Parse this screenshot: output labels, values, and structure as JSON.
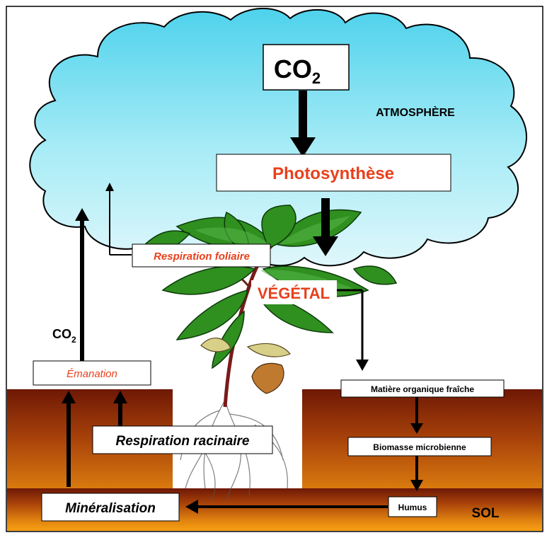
{
  "atmosphere": {
    "co2_box": {
      "main": "CO",
      "sub": "2"
    },
    "label": "ATMOSPHÈRE",
    "photosynthesis": "Photosynthèse"
  },
  "plant": {
    "leaf_respiration": "Respiration foliaire",
    "vegetal": "VÉGÉTAL"
  },
  "left_flux": {
    "co2": {
      "main": "CO",
      "sub": "2"
    },
    "emanation": "Émanation"
  },
  "soil": {
    "label": "SOL",
    "root_respiration": "Respiration racinaire",
    "mineralisation": "Minéralisation",
    "fresh_organic_matter": "Matière organique fraîche",
    "microbial_biomass": "Biomasse microbienne",
    "humus": "Humus"
  },
  "colors": {
    "cloud": "#8fe3f2",
    "soil_top": "#7a1e06",
    "soil_bottom": "#f59a10",
    "accent_text": "#e8401c",
    "leaf": "#2f8f1f",
    "arrow": "#000000"
  }
}
